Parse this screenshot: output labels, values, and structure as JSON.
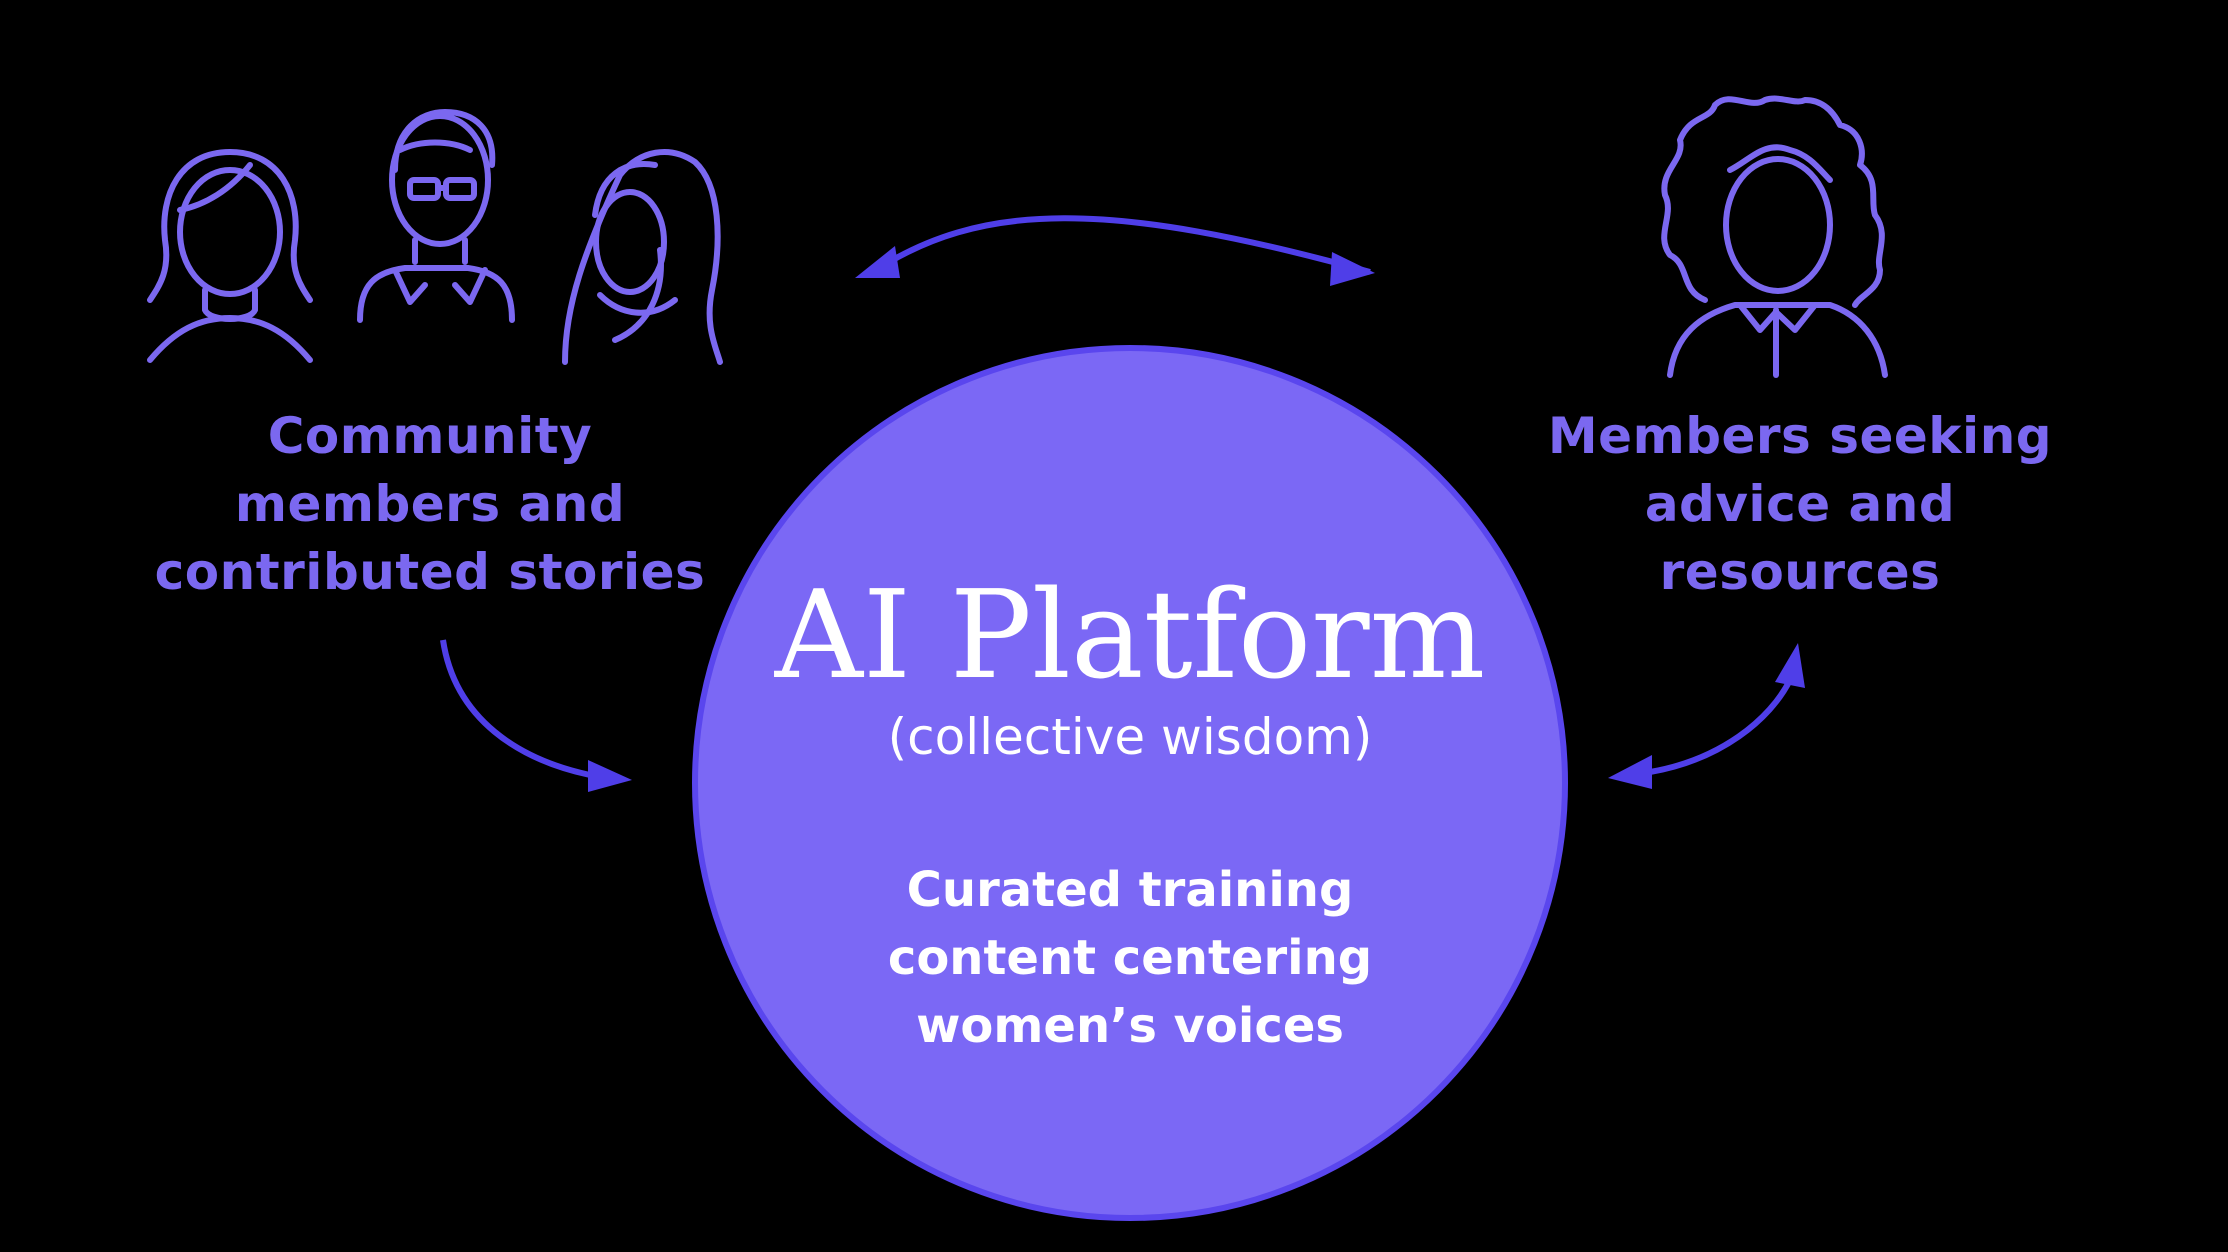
{
  "colors": {
    "background": "#000000",
    "accent": "#7b68f0",
    "arrow": "#4f3ee8",
    "circle_fill": "#7b68f5",
    "circle_stroke": "#5a46ee",
    "text_on_circle": "#ffffff"
  },
  "left_group": {
    "label_lines": [
      "Community",
      "members and",
      "contributed stories"
    ],
    "icons": [
      "woman-icon",
      "woman-with-glasses-icon",
      "woman-with-hijab-icon"
    ]
  },
  "right_group": {
    "label_lines": [
      "Members seeking",
      "advice and",
      "resources"
    ],
    "icons": [
      "woman-with-curly-hair-icon"
    ]
  },
  "platform": {
    "title": "AI Platform",
    "subtitle": "(collective wisdom)",
    "description_lines": [
      "Curated training",
      "content centering",
      "women’s voices"
    ]
  },
  "arrows": {
    "top": "bidirectional",
    "left_to_platform": "one-way",
    "right_platform": "bidirectional"
  }
}
